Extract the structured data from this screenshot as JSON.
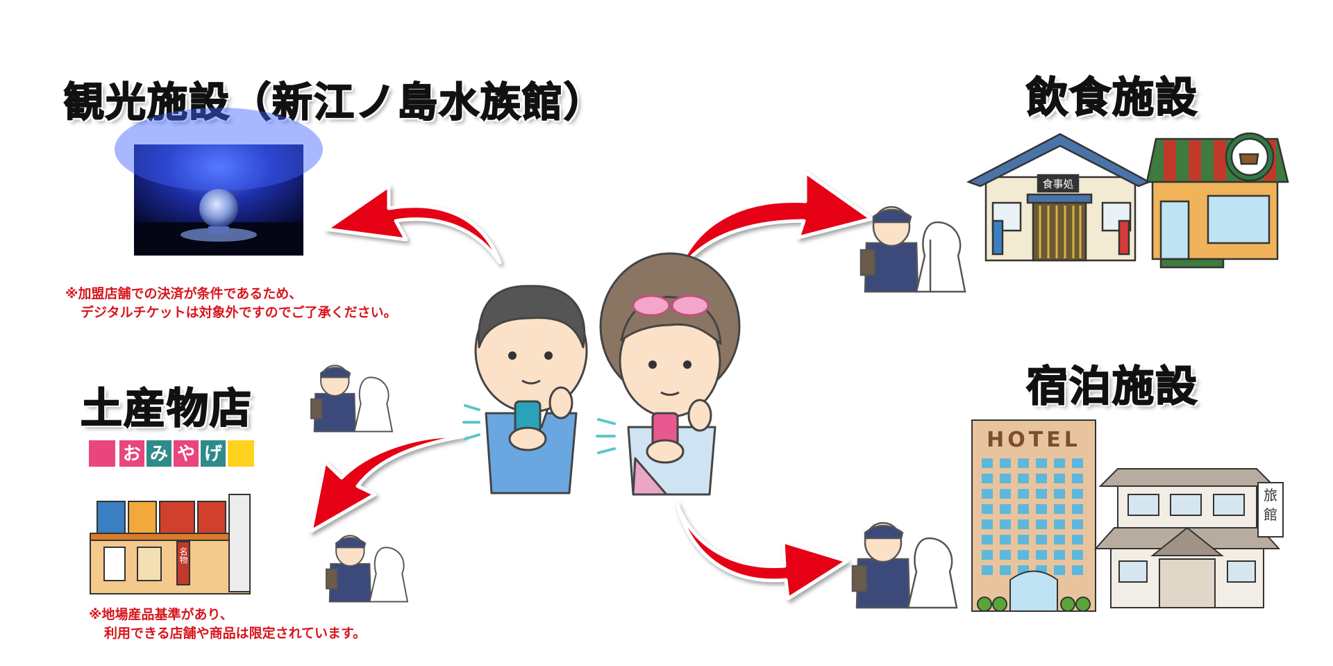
{
  "titles": {
    "tourism": "観光施設（新江ノ島水族館）",
    "dining": "飲食施設",
    "souvenir": "土産物店",
    "lodging": "宿泊施設"
  },
  "notes": {
    "tourism_line1": "※加盟店舗での決済が条件であるため、",
    "tourism_line2": "デジタルチケットは対象外ですのでご了承ください。",
    "souvenir_line1": "※地場産品基準があり、",
    "souvenir_line2": "利用できる店舗や商品は限定されています。"
  },
  "signs": {
    "omiyage": [
      "お",
      "み",
      "や",
      "げ"
    ],
    "shokujidokoro": "食事処",
    "hotel": "HOTEL",
    "ryokan": "旅館",
    "meibutsu": "名物"
  },
  "colors": {
    "arrow": "#e50012",
    "note_text": "#d8141c",
    "omiyage_tiles": [
      "#e8467c",
      "#2e8b8a",
      "#e8467c",
      "#2e8b8a"
    ],
    "omiyage_flags": [
      "#e8467c",
      "#ffd21f"
    ]
  }
}
